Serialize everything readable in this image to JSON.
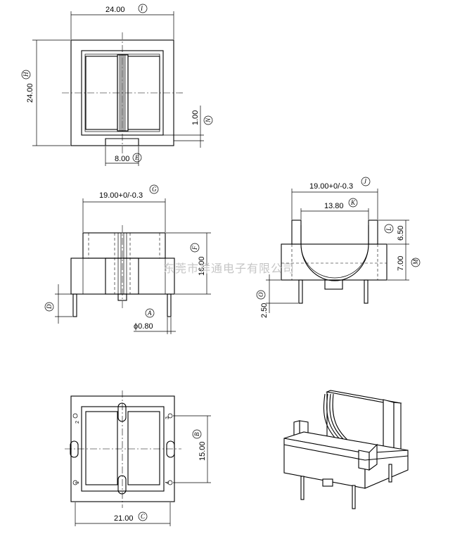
{
  "dimensions": {
    "top_width": "24.00",
    "top_height": "24.00",
    "top_gap": "1.00",
    "top_tab": "8.00",
    "front_width": "19.00+0/-0.3",
    "front_height": "16.00",
    "front_pin_len": "",
    "front_pin_dia": "ϕ0.80",
    "side_width": "19.00+0/-0.3",
    "side_inner": "13.80",
    "side_upper": "6.50",
    "side_base": "7.00",
    "side_pin_len": "2.50",
    "bottom_width": "21.00",
    "bottom_pitch": "15.00"
  },
  "callouts": {
    "top_width": "I",
    "top_height": "H",
    "top_gap": "N",
    "top_tab": "E",
    "front_width": "G",
    "front_height": "F",
    "front_pin_len": "D",
    "front_pin_dia": "A",
    "side_width": "J",
    "side_inner": "K",
    "side_upper": "L",
    "side_base": "M",
    "side_pin_len": "O",
    "bottom_width": "C",
    "bottom_pitch": "B"
  },
  "pins": {
    "p1": "1",
    "p2": "2",
    "p3": "3",
    "p4": "4"
  },
  "watermark": "东莞市祥通电子有限公司"
}
